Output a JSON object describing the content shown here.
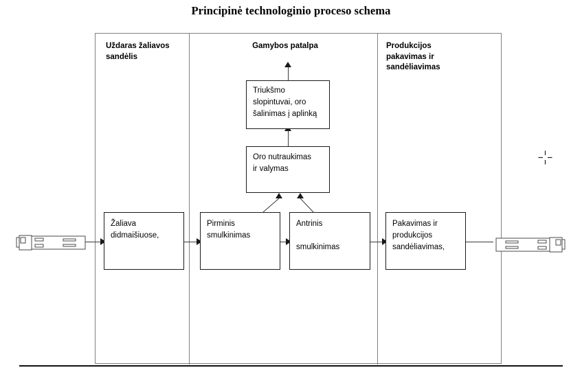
{
  "title": "Principinė technologinio proceso schema",
  "columns": [
    {
      "id": "warehouse",
      "header": "Uždaras žaliavos\nsandėlis"
    },
    {
      "id": "production",
      "header": "Gamybos patalpa"
    },
    {
      "id": "packaging",
      "header": "Produkcijos\npakavimas ir\nsandėliavimas"
    }
  ],
  "boxes": {
    "noise": "Triukšmo\nslopintuvai, oro\nšalinimas į aplinką",
    "air": "Oro nutraukimas\nir valymas",
    "raw": "Žaliava\ndidmaišiuose,",
    "primary": "Pirminis\nsmulkinimas",
    "secondary": "Antrinis\n\nsmulkinimas",
    "packing": "Pakavimas ir\nprodukcijos\nsandėliavimas,"
  },
  "vehicles": {
    "inbound_name": "delivery-truck-inbound",
    "outbound_name": "delivery-truck-outbound"
  },
  "marks": {
    "registration": "crosshair-mark"
  },
  "colors": {
    "frame_line": "#808080",
    "box_line": "#1a1a1a",
    "connector": "#3a3a3a",
    "text": "#000000",
    "rule": "#111111"
  }
}
